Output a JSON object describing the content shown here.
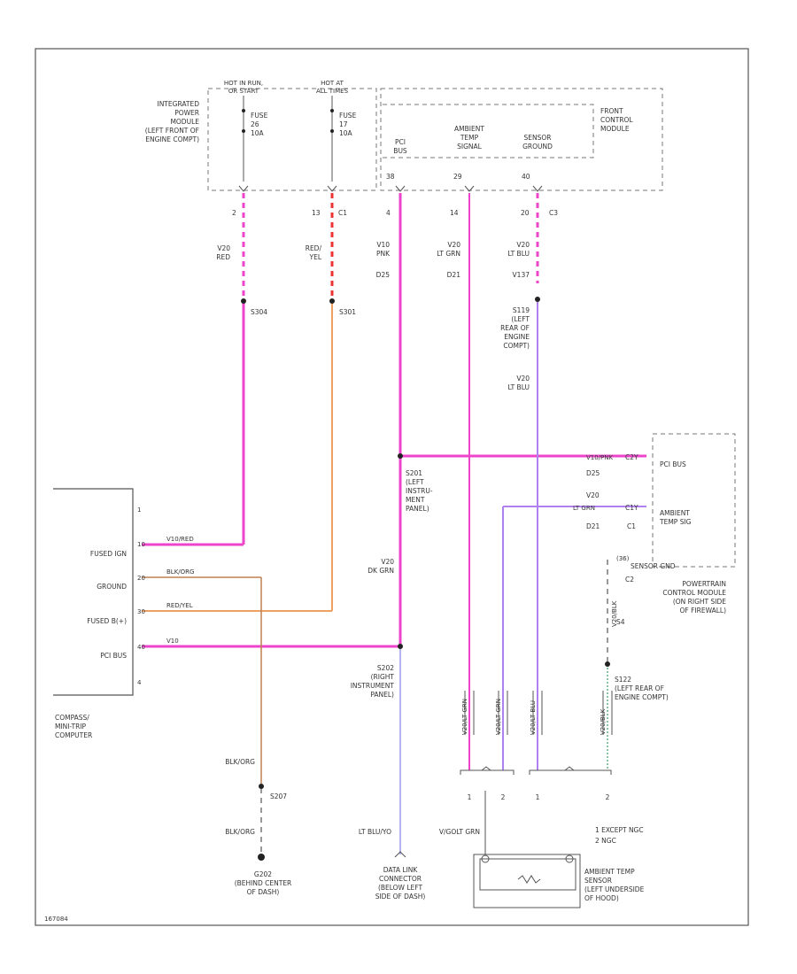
{
  "labels": {
    "ipm": [
      "INTEGRATED",
      "POWER",
      "MODULE",
      "(LEFT FRONT OF",
      "ENGINE COMPT)"
    ],
    "hot_run": [
      "HOT IN RUN,",
      "OR START"
    ],
    "hot_all": [
      "HOT AT",
      "ALL TIMES"
    ],
    "fuse_a": [
      "FUSE",
      "26",
      "10A"
    ],
    "fuse_b": [
      "FUSE",
      "17",
      "10A"
    ],
    "fcm": [
      "FRONT",
      "CONTROL",
      "MODULE"
    ],
    "pci_top": [
      "PCI",
      "BUS"
    ],
    "amb_top": [
      "AMBIENT",
      "TEMP",
      "SIGNAL"
    ],
    "sensor_top": [
      "SENSOR",
      "GROUND"
    ],
    "pin_a": "2",
    "pin_b": "13",
    "c1_top": "C1",
    "pin_c": "4",
    "pin_d": "14",
    "pin_e": "20",
    "c3_top": "C3",
    "fcm_pin1": "38",
    "fcm_pin2": "29",
    "fcm_pin3": "40",
    "wire_a": [
      "V20",
      "RED"
    ],
    "wire_b": [
      "RED/",
      "YEL"
    ],
    "wire_c": [
      "V10",
      "PNK",
      "D25"
    ],
    "wire_d": [
      "V20",
      "LT GRN",
      "D21"
    ],
    "wire_e": [
      "V20",
      "LT BLU",
      "V137"
    ],
    "s304": "S304",
    "s301": "S301",
    "s119": [
      "S119",
      "(LEFT",
      "REAR OF",
      "ENGINE",
      "COMPT)"
    ],
    "wire_e2": [
      "V20",
      "LT BLU"
    ],
    "s201": [
      "S201",
      "(LEFT",
      "INSTRU-",
      "MENT",
      "PANEL)"
    ],
    "wire_dg": [
      "V20",
      "DK GRN"
    ],
    "s202": [
      "S202",
      "(RIGHT",
      "INSTRUMENT",
      "PANEL)"
    ],
    "pcm_pci": "PCI BUS",
    "pcm_amb": [
      "AMBIENT",
      "TEMP SIG"
    ],
    "pcm_gnd": "SENSOR GND",
    "pcm": [
      "POWERTRAIN",
      "CONTROL MODULE",
      "(ON RIGHT SIDE",
      "OF FIREWALL)"
    ],
    "pcm_pci_wire": "V10/PNK",
    "pcm_pin_a": "C2Y",
    "pcm_d25": "D25",
    "pcm_v20": "V20",
    "pcm_amb_wire": "LT GRN",
    "pcm_pin_b": "C1Y",
    "pcm_d21": "D21",
    "pcm_c1": "C1",
    "pcm_c2": "C2",
    "pcm_gnd_pin": "(36)",
    "pcm_gnd_wire": "V20/BLK",
    "pcm_gnd_s": "S4",
    "s122": [
      "S122",
      "(LEFT REAR OF",
      "ENGINE COMPT)"
    ],
    "compass": [
      "COMPASS/",
      "MINI-TRIP",
      "COMPUTER"
    ],
    "cmtc_pins": [
      "FUSED IGN",
      "GROUND",
      "FUSED B(+)",
      "PCI BUS"
    ],
    "cmtc_pin_nums": [
      "1",
      "10",
      "20",
      "30",
      "40",
      "4"
    ],
    "cmtc_wire1": "V10/RED",
    "cmtc_wire2": "BLK/ORG",
    "cmtc_wire3": "RED/YEL",
    "cmtc_wire4": "V10",
    "blk1": "BLK/ORG",
    "s207": "S207",
    "blk2": "BLK/ORG",
    "g202": [
      "G202",
      "(BEHIND CENTER",
      "OF DASH)"
    ],
    "lt_blu": "LT BLU/YO",
    "dlc": [
      "DATA LINK",
      "CONNECTOR",
      "(BELOW LEFT",
      "SIDE OF DASH)"
    ],
    "vgold": "V/GOLT GRN",
    "vert_d": "V20/LT GRN",
    "vert_e": "V20/LT GRN",
    "vert_f": "V20/LT BLU",
    "vert_g": "V20/BLK",
    "b_pins": [
      "1",
      "2",
      "1",
      "2"
    ],
    "legend": [
      "1  EXCEPT NGC",
      "2  NGC"
    ],
    "sensor": [
      "AMBIENT TEMP",
      "SENSOR",
      "(LEFT UNDERSIDE",
      "OF HOOD)"
    ],
    "fig_id": "167084"
  },
  "colors": {
    "pink": "#ee44cc",
    "red": "#ee3333",
    "orange": "#f0a060",
    "violet": "#b080f0",
    "lavender": "#b4b4f0",
    "brown": "#c08050",
    "green": "#60b080",
    "line": "#555555"
  }
}
